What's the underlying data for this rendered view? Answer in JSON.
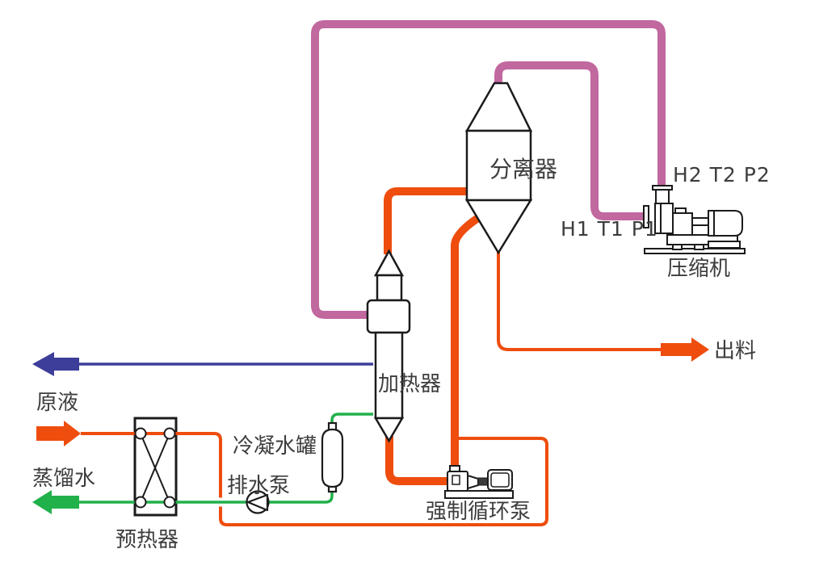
{
  "colors": {
    "vapor_pipe": "#c1689f",
    "process_pipe": "#ee4d0e",
    "condensate_pipe": "#21b14b",
    "vent_pipe": "#3c3e99",
    "outline": "#1b1b1b"
  },
  "labels": {
    "separator": "分离器",
    "heater": "加热器",
    "compressor": "压缩机",
    "compressor_outlet": "H2 T2 P2",
    "compressor_inlet": "H1 T1 P1",
    "discharge": "出料",
    "feed": "原液",
    "distilled_water": "蒸馏水",
    "condensate_tank": "冷凝水罐",
    "drain_pump": "排水泵",
    "preheater": "预热器",
    "circulation_pump": "强制循环泵"
  }
}
